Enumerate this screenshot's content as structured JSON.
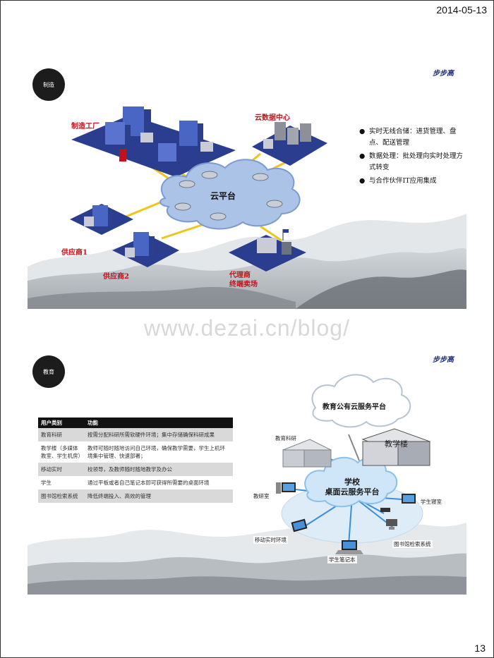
{
  "header": {
    "date": "2014-05-13"
  },
  "footer": {
    "page_number": "13"
  },
  "watermark": "www.dezai.cn/blog/",
  "slide1": {
    "badge": "制造",
    "logo": "步步高",
    "labels": {
      "factory": "制造工厂",
      "datacenter": "云数据中心",
      "cloud": "云平台",
      "supplier1": "供应商1",
      "supplier2": "供应商2",
      "agent_line1": "代理商",
      "agent_line2": "终端卖场"
    },
    "bullets": [
      "实时无线合储：进货管理、盘点、配送管理",
      "数据处理：批处理向实时处理方式转变",
      "与合作伙伴IT应用集成"
    ]
  },
  "slide2": {
    "badge": "教育",
    "logo": "步步高",
    "table": {
      "headers": [
        "用户类别",
        "功能"
      ],
      "rows": [
        [
          "教育科研",
          "按需分配科研所需软硬件环境；集中存储确保科研成果"
        ],
        [
          "教学楼（多媒体教室、学生机房）",
          "教师可随时随地访问自己环境，确保教学需要，学生上机环境集中管理、快速部署；"
        ],
        [
          "移动实时",
          "校领导，及教师随时随地教学及办公"
        ],
        [
          "学生",
          "通过平板或者自己笔记本即可获得所需要的桌面环境"
        ],
        [
          "图书馆检索系统",
          "降低终端投入、高效的管理"
        ]
      ]
    },
    "diagram": {
      "top_cloud": "教育公有云服务平台",
      "center_line1": "学校",
      "center_line2": "桌面云服务平台",
      "building": "教学楼",
      "research": "教育科研",
      "teaching_room": "教研室",
      "student_room": "学生寝室",
      "mobile": "移动实时环境",
      "library": "图书馆检索系统",
      "laptop": "学生笔记本"
    }
  }
}
